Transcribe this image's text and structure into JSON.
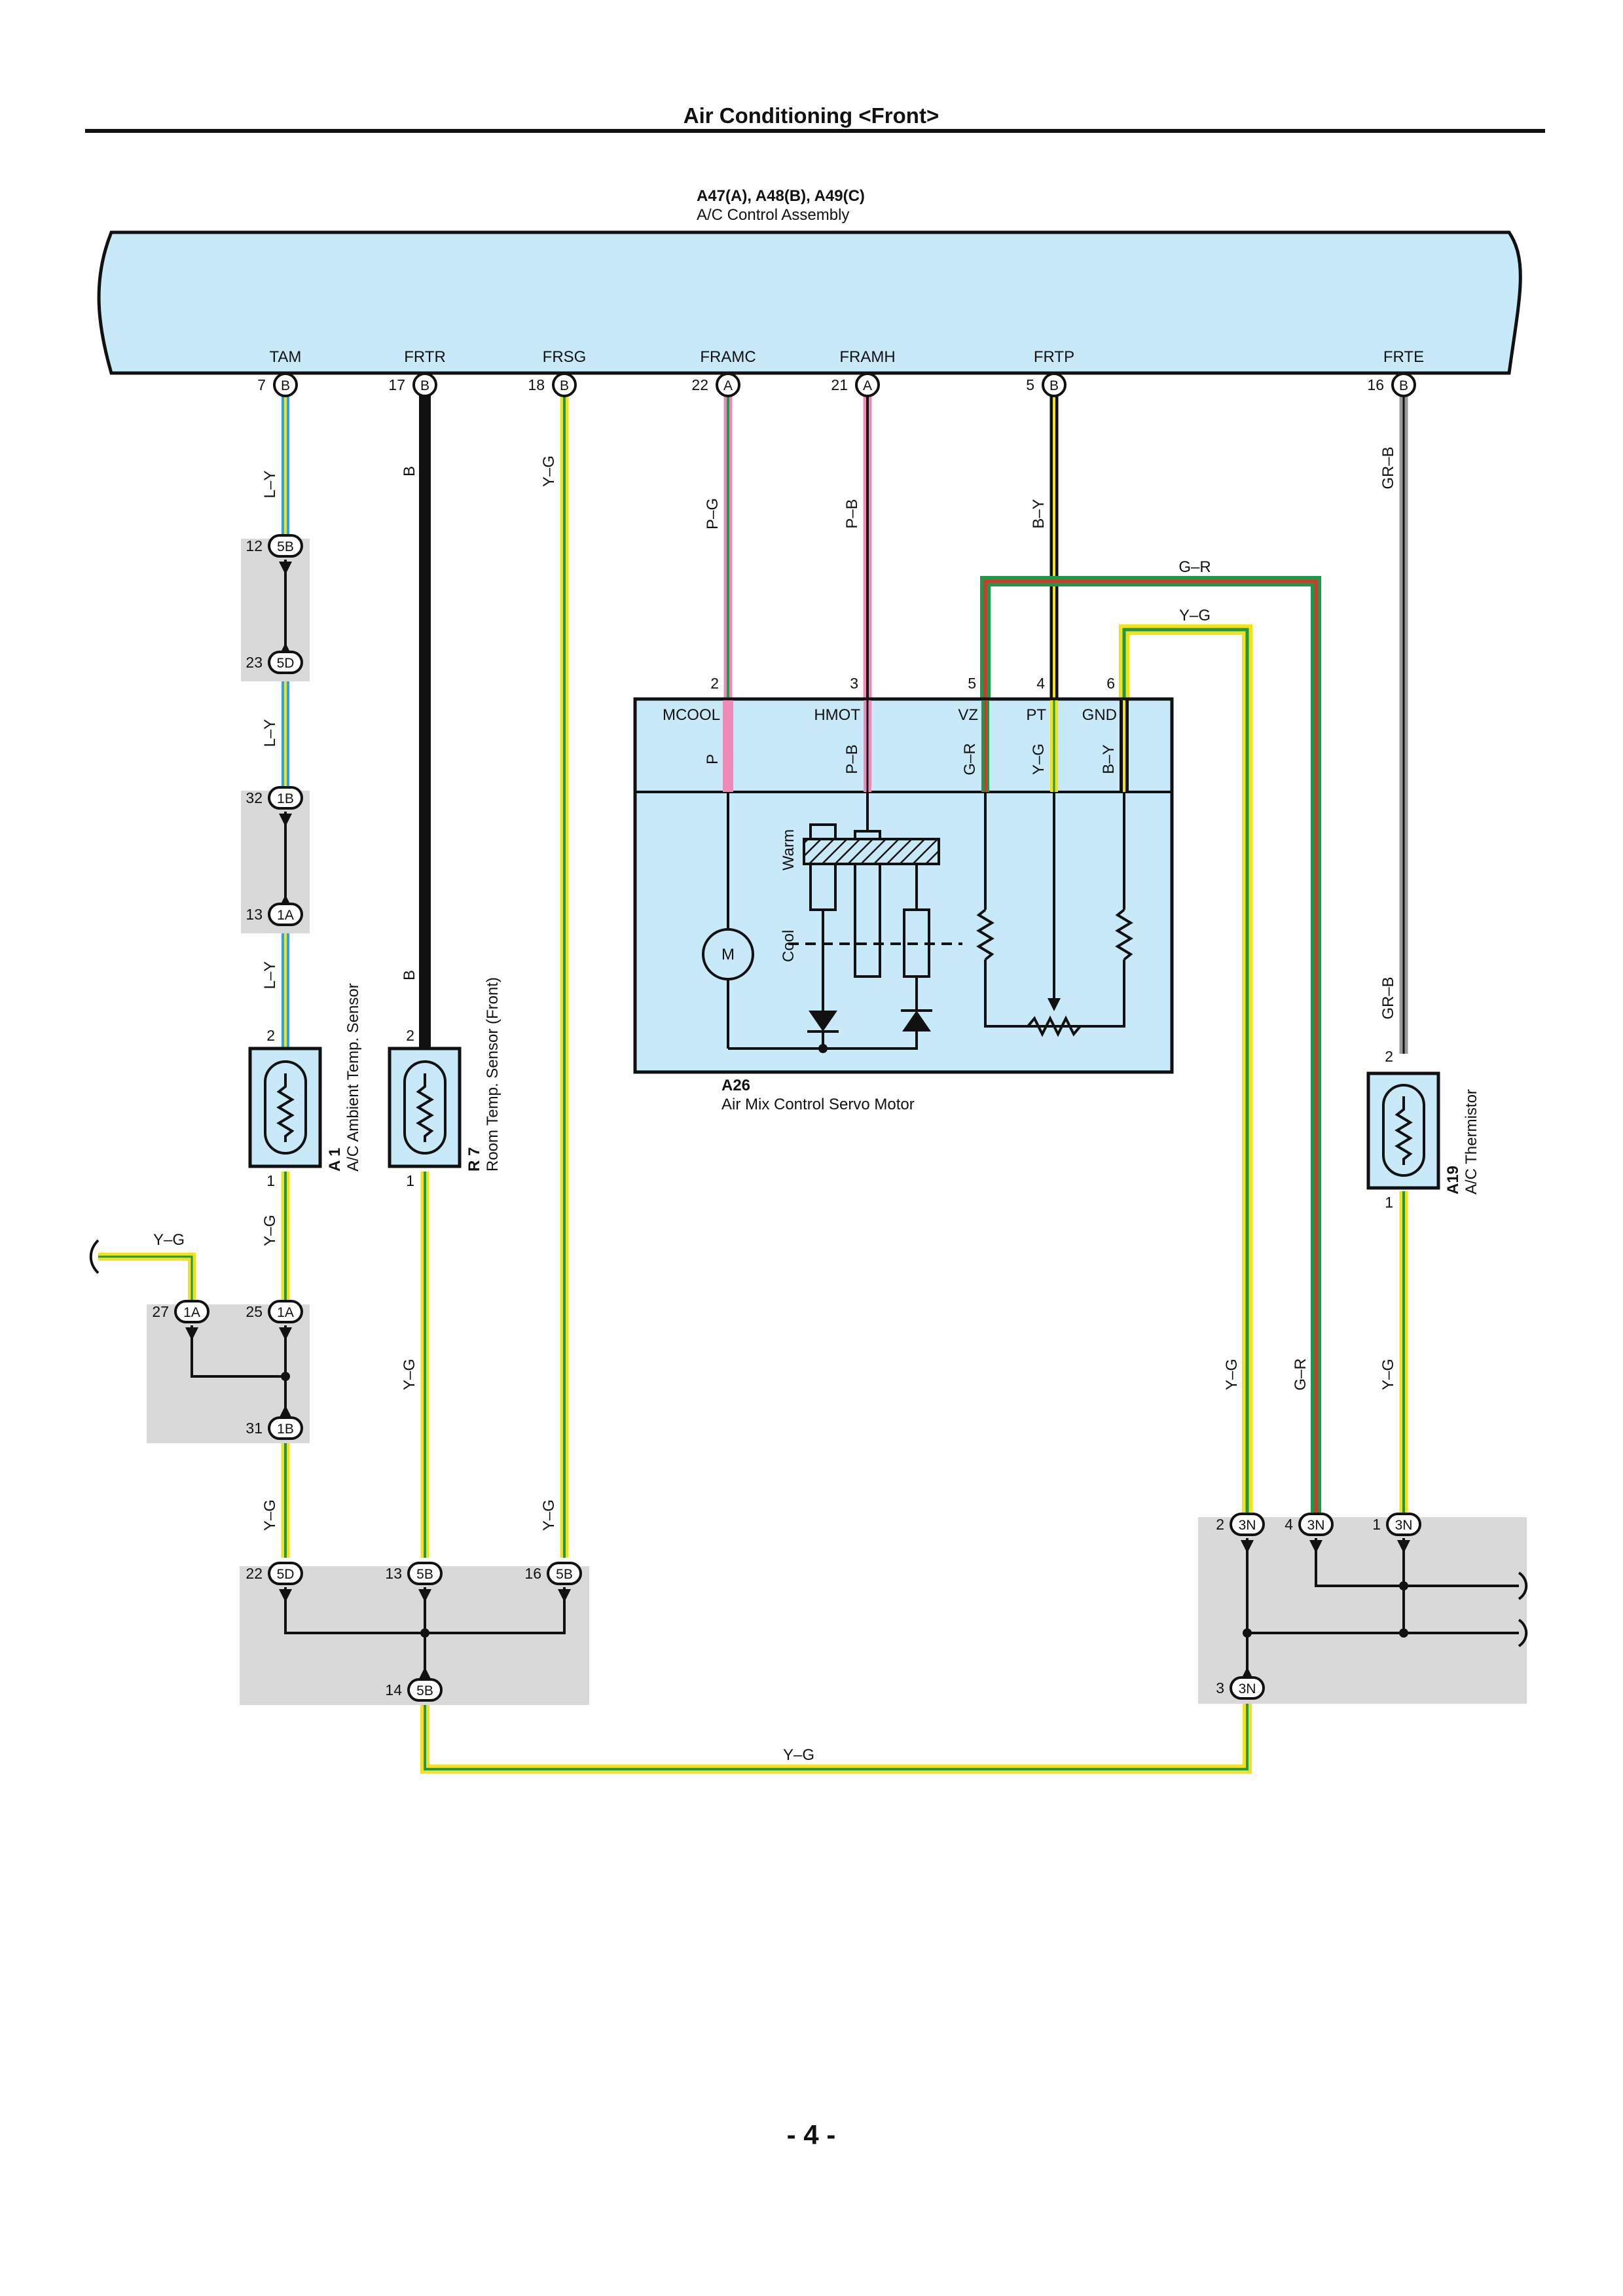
{
  "header": {
    "title": "Air Conditioning <Front>"
  },
  "footer": {
    "page": "- 4 -"
  },
  "control_assembly": {
    "code": "A47(A), A48(B), A49(C)",
    "name": "A/C Control Assembly",
    "terminals": [
      {
        "name": "TAM",
        "pin": "7",
        "conn": "B"
      },
      {
        "name": "FRTR",
        "pin": "17",
        "conn": "B"
      },
      {
        "name": "FRSG",
        "pin": "18",
        "conn": "B"
      },
      {
        "name": "FRAMC",
        "pin": "22",
        "conn": "A"
      },
      {
        "name": "FRAMH",
        "pin": "21",
        "conn": "A"
      },
      {
        "name": "FRTP",
        "pin": "5",
        "conn": "B"
      },
      {
        "name": "FRTE",
        "pin": "16",
        "conn": "B"
      }
    ]
  },
  "servo": {
    "code": "A26",
    "name": "Air Mix Control Servo Motor",
    "pins": [
      "2",
      "3",
      "5",
      "4",
      "6"
    ],
    "terminals": [
      "MCOOL",
      "HMOT",
      "VZ",
      "PT",
      "GND"
    ],
    "internal_wires": [
      "P",
      "P–B",
      "G–R",
      "Y–G",
      "B–Y"
    ],
    "motor": "M",
    "warm": "Warm",
    "cool": "Cool"
  },
  "sensors": {
    "ambient": {
      "code": "A 1",
      "name": "A/C Ambient Temp.  Sensor",
      "pin_top": "2",
      "pin_bottom": "1"
    },
    "room": {
      "code": "R 7",
      "name": "Room Temp.  Sensor (Front)",
      "pin_top": "2",
      "pin_bottom": "1"
    },
    "thermistor": {
      "code": "A19",
      "name": "A/C Thermistor",
      "pin_top": "2",
      "pin_bottom": "1"
    }
  },
  "wires": {
    "tam": "L–Y",
    "frtr": "B",
    "frsg": "Y–G",
    "framc": "P–G",
    "framh": "P–B",
    "frtp": "B–Y",
    "frte": "GR–B",
    "gr_bus": "G–R",
    "yg_bus": "Y–G",
    "yg": "Y–G",
    "gr": "G–R"
  },
  "junctions": [
    {
      "pin": "12",
      "conn": "5B"
    },
    {
      "pin": "23",
      "conn": "5D"
    },
    {
      "pin": "32",
      "conn": "1B"
    },
    {
      "pin": "13",
      "conn": "1A"
    },
    {
      "pin": "27",
      "conn": "1A"
    },
    {
      "pin": "25",
      "conn": "1A"
    },
    {
      "pin": "31",
      "conn": "1B"
    },
    {
      "pin": "22",
      "conn": "5D"
    },
    {
      "pin": "13",
      "conn": "5B"
    },
    {
      "pin": "16",
      "conn": "5B"
    },
    {
      "pin": "14",
      "conn": "5B"
    },
    {
      "pin": "2",
      "conn": "3N"
    },
    {
      "pin": "4",
      "conn": "3N"
    },
    {
      "pin": "1",
      "conn": "3N"
    },
    {
      "pin": "3",
      "conn": "3N"
    }
  ],
  "colors": {
    "assembly_fill": "#c8e9f8",
    "junction_fill": "#d9d9d9",
    "blue": "#28a8e0",
    "yellow": "#f4e11a",
    "green": "#1c9a4a",
    "pink": "#ef8ab8",
    "red": "#e0312b",
    "gray": "#9a9a9a",
    "black": "#111111"
  }
}
